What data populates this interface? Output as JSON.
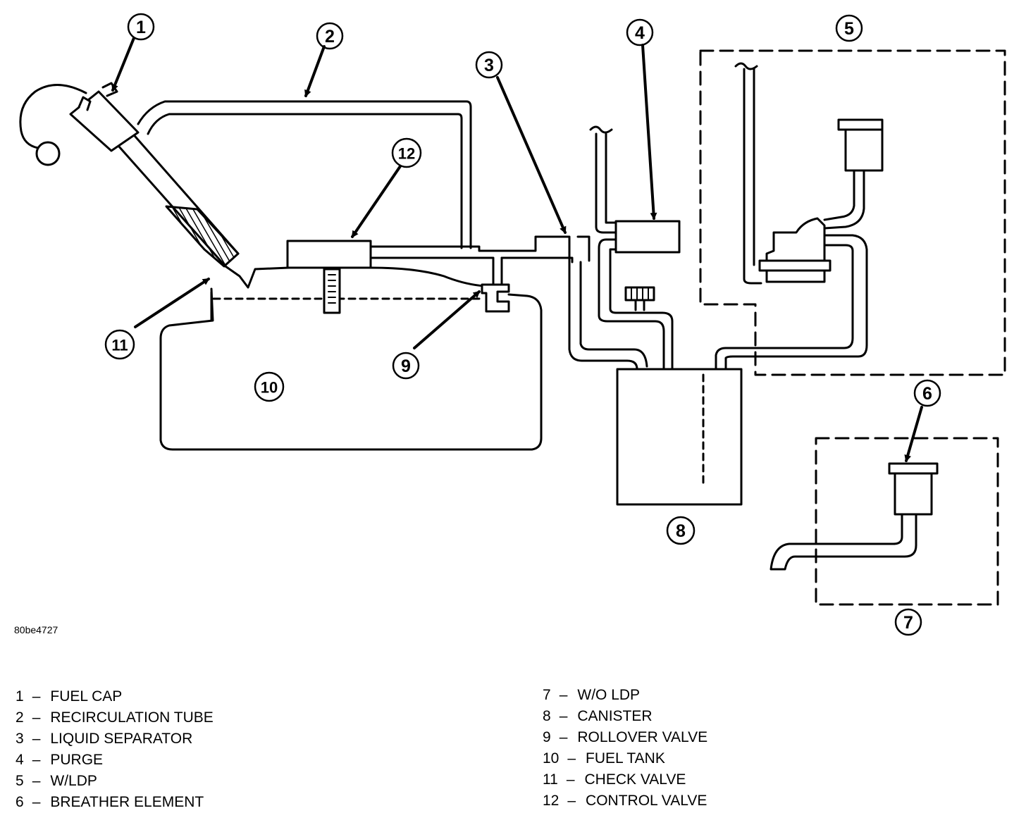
{
  "figure_id": "80be4727",
  "callouts": [
    "1",
    "2",
    "3",
    "4",
    "5",
    "6",
    "7",
    "8",
    "9",
    "10",
    "11",
    "12"
  ],
  "legend_left": [
    {
      "num": "1",
      "label": "FUEL CAP"
    },
    {
      "num": "2",
      "label": "RECIRCULATION TUBE"
    },
    {
      "num": "3",
      "label": "LIQUID SEPARATOR"
    },
    {
      "num": "4",
      "label": "PURGE"
    },
    {
      "num": "5",
      "label": "W/LDP"
    },
    {
      "num": "6",
      "label": "BREATHER ELEMENT"
    }
  ],
  "legend_right": [
    {
      "num": "7",
      "label": "W/O LDP"
    },
    {
      "num": "8",
      "label": "CANISTER"
    },
    {
      "num": "9",
      "label": "ROLLOVER VALVE"
    },
    {
      "num": "10",
      "label": "FUEL TANK"
    },
    {
      "num": "11",
      "label": "CHECK VALVE"
    },
    {
      "num": "12",
      "label": "CONTROL VALVE"
    }
  ],
  "dash_separator": "–"
}
